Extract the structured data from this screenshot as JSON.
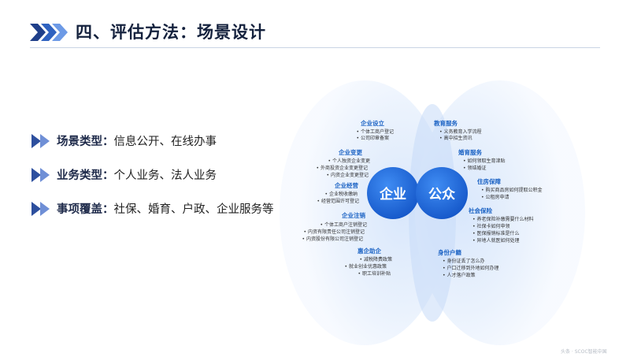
{
  "header": {
    "title": "四、评估方法：场景设计"
  },
  "bullets": [
    {
      "label": "场景类型：",
      "text": "信息公开、在线办事"
    },
    {
      "label": "业务类型：",
      "text": "个人业务、法人业务"
    },
    {
      "label": "事项覆盖：",
      "text": "社保、婚育、户政、企业服务等"
    }
  ],
  "diagram": {
    "left_center": "企业",
    "right_center": "公众",
    "left_groups": [
      {
        "title": "企业设立",
        "items": [
          "个体工商户登记",
          "公司印章备案"
        ]
      },
      {
        "title": "企业变更",
        "items": [
          "个人独资企业变更",
          "外商投资企业变更登记",
          "内资企业变更登记"
        ]
      },
      {
        "title": "企业经营",
        "items": [
          "企业税收缴纳",
          "经营范围许可登记"
        ]
      },
      {
        "title": "企业注销",
        "items": [
          "个体工商户注销登记",
          "内资有限责任公司注销登记",
          "内资股份有限公司注销登记"
        ]
      },
      {
        "title": "惠企助企",
        "items": [
          "减税降费政策",
          "就业创业优惠政策",
          "职工培训补贴"
        ]
      }
    ],
    "right_groups": [
      {
        "title": "教育服务",
        "items": [
          "义务教育入学流程",
          "高中招生资讯"
        ]
      },
      {
        "title": "婚育服务",
        "items": [
          "如何领取生育津贴",
          "领结婚证"
        ]
      },
      {
        "title": "住房保障",
        "items": [
          "购买商品房如何提取公积金",
          "公租房申请"
        ]
      },
      {
        "title": "社会保险",
        "items": [
          "养老保险补缴需要什么材料",
          "社保卡如何申领",
          "医保报销标准是什么",
          "异地人就医如何处理"
        ]
      },
      {
        "title": "身份户籍",
        "items": [
          "身份证丢了怎么办",
          "户口迁移到外地如何办理",
          "人才落户政策"
        ]
      }
    ]
  },
  "watermark": "头条 · SCOC智能中国"
}
